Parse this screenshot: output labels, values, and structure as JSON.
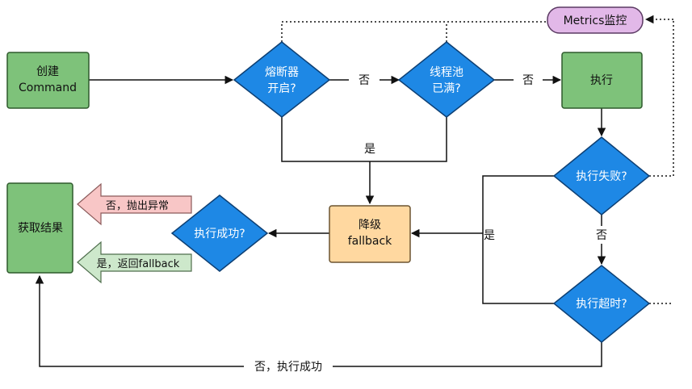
{
  "nodes": {
    "create": {
      "line1": "创建",
      "line2": "Command"
    },
    "breaker": {
      "line1": "熔断器",
      "line2": "开启?"
    },
    "pool": {
      "line1": "线程池",
      "line2": "已满?"
    },
    "execute": {
      "label": "执行"
    },
    "metrics": {
      "label": "Metrics监控"
    },
    "fail": {
      "label": "执行失败?"
    },
    "timeout": {
      "label": "执行超时?"
    },
    "fallback": {
      "line1": "降级",
      "line2": "fallback"
    },
    "success": {
      "label": "执行成功?"
    },
    "result": {
      "label": "获取结果"
    }
  },
  "edges": {
    "breaker_no": "否",
    "pool_no": "否",
    "merge_yes": "是",
    "fail_yes": "是",
    "fail_no": "否",
    "final_no": "否，执行成功"
  },
  "arrows": {
    "throw_exception": "否，抛出异常",
    "return_fallback": "是，返回fallback"
  },
  "colors": {
    "green": "#7ec27a",
    "blue": "#1e88e5",
    "orange": "#ffd8a0",
    "purple": "#e2b8e8",
    "pink": "#f8c6c6",
    "light_green": "#cde8cb"
  }
}
